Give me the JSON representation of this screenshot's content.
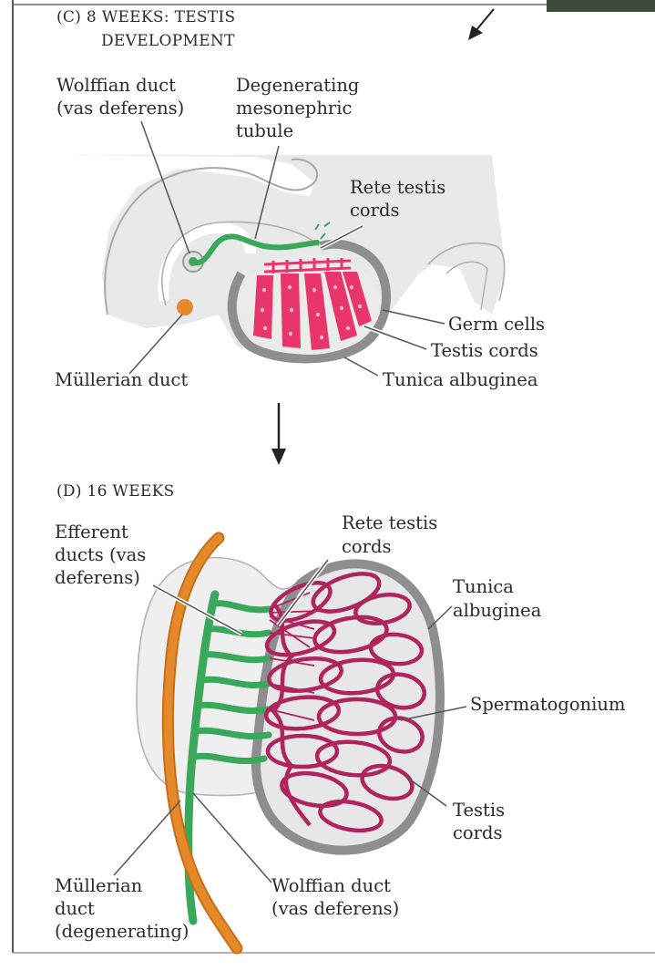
{
  "panel_c": {
    "title_line1": "(C)  8 WEEKS: TESTIS",
    "title_line2": "DEVELOPMENT",
    "labels": {
      "wolffian_line1": "Wolffian duct",
      "wolffian_line2": "(vas deferens)",
      "degenerating_line1": "Degenerating",
      "degenerating_line2": "mesonephric",
      "degenerating_line3": "tubule",
      "rete_line1": "Rete testis",
      "rete_line2": "cords",
      "germ_cells": "Germ cells",
      "testis_cords": "Testis cords",
      "tunica_albuginea": "Tunica albuginea",
      "mullerian_duct": "Müllerian duct"
    }
  },
  "panel_d": {
    "title": "(D)  16 WEEKS",
    "labels": {
      "efferent_line1": "Efferent",
      "efferent_line2": "ducts (vas",
      "efferent_line3": "deferens)",
      "rete_line1": "Rete testis",
      "rete_line2": "cords",
      "tunica_line1": "Tunica",
      "tunica_line2": "albuginea",
      "spermatogonium": "Spermatogonium",
      "testis_line1": "Testis",
      "testis_line2": "cords",
      "mullerian_line1": "Müllerian",
      "mullerian_line2": "duct",
      "mullerian_line3": "(degenerating)",
      "wolffian_line1": "Wolffian duct",
      "wolffian_line2": "(vas deferens)"
    }
  },
  "colors": {
    "tissue": "#e9e9ea",
    "outline": "#aaaaaa",
    "tunica": "#8e8e90",
    "wolffian_green": "#3aa85a",
    "mullerian_orange": "#e48a2a",
    "cords_pink": "#e8366c",
    "cords_magenta": "#b0245e",
    "corner_block": "#3d4a3b"
  }
}
